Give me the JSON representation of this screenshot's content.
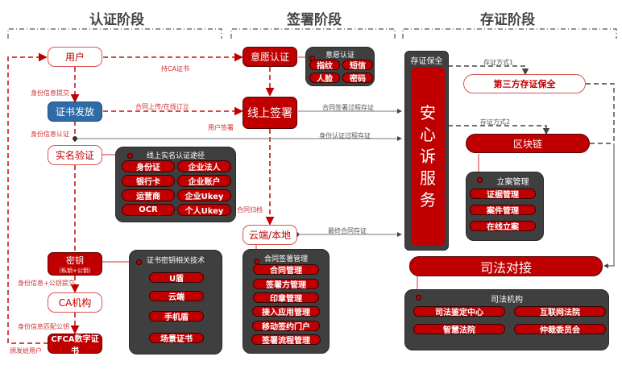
{
  "phases": {
    "auth": "认证阶段",
    "sign": "签署阶段",
    "store": "存证阶段"
  },
  "auth": {
    "user": "用户",
    "cert_issue": "证书发放",
    "realname": "实名验证",
    "key_line1": "密钥",
    "key_line2": "（私钥+公钥）",
    "ca": "CA机构",
    "cfca": "CFCA数字证书",
    "labels": {
      "id_submit": "身份信息提交",
      "id_auth": "身份信息认证",
      "id_pubkey_submit": "身份信息+公钥提交",
      "id_match": "身份信息匹配公钥",
      "issue_user": "颁发给用户",
      "hold_ca": "持CA证书",
      "contract_upload": "合同上传/在线订立",
      "user_sign": "用户签署",
      "contract_archive": "合同归档"
    },
    "realname_panel": {
      "title": "线上实名认证途径",
      "items": [
        "身份证",
        "企业法人",
        "银行卡",
        "企业账户",
        "运营商",
        "企业Ukey",
        "OCR",
        "个人Ukey"
      ]
    },
    "key_panel": {
      "title": "证书密钥相关技术",
      "items": [
        "U盾",
        "云端",
        "手机盾",
        "场景证书"
      ]
    }
  },
  "sign": {
    "willing": "意愿认证",
    "online_sign": "线上签署",
    "cloud_local": "云端/本地",
    "willing_panel": {
      "title": "意愿认证",
      "items": [
        "指纹",
        "短信",
        "人脸",
        "密码"
      ]
    },
    "contract_panel": {
      "title": "合同签署管理",
      "items": [
        "合同管理",
        "签署方管理",
        "印章管理",
        "接入应用管理",
        "移动签约门户",
        "签署流程管理"
      ]
    },
    "labels": {
      "sign_process": "合同签署过程存证",
      "id_process": "身份认证过程存证",
      "final_contract": "最终合同存证"
    }
  },
  "store": {
    "column_title": "存证保全",
    "service": [
      "安",
      "心",
      "诉",
      "服",
      "务"
    ],
    "third_party": "第三方存证保全",
    "blockchain": "区块链",
    "method1": "存证方式1",
    "method2": "存证方式2",
    "case_panel": {
      "title": "立案管理",
      "items": [
        "证据管理",
        "案件管理",
        "在线立案"
      ]
    },
    "judicial": "司法对接",
    "judicial_panel": {
      "title": "司法机构",
      "items": [
        "司法鉴定中心",
        "互联网法院",
        "智慧法院",
        "仲裁委员会"
      ]
    }
  }
}
